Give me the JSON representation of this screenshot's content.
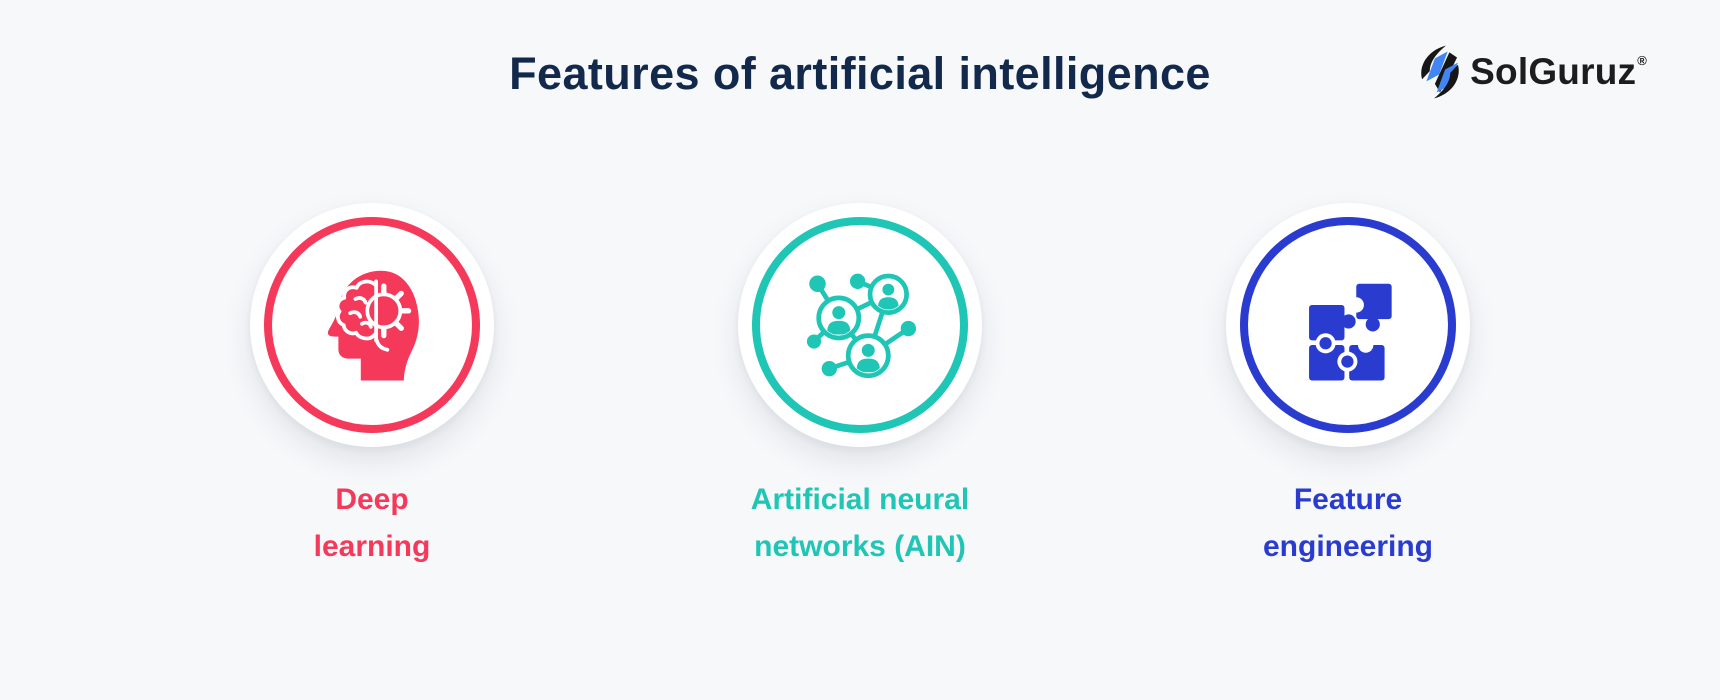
{
  "page": {
    "title": "Features of artificial intelligence",
    "background_color": "#F7F8FA",
    "title_color": "#13294B"
  },
  "logo": {
    "text": "SolGuruz",
    "registered_mark": "®",
    "text_color": "#1D1D1F",
    "mark_blue": "#4285F4",
    "mark_black": "#161616"
  },
  "features": [
    {
      "id": "deep-learning",
      "label": "Deep learning",
      "label_line1": "Deep",
      "label_line2": "learning",
      "color": "#F5395B",
      "icon": "head-brain-gear-icon"
    },
    {
      "id": "artificial-neural-networks",
      "label": "Artificial neural networks (AIN)",
      "label_line1": "Artificial neural",
      "label_line2": "networks (AIN)",
      "color": "#1FC5B5",
      "icon": "neural-network-icon"
    },
    {
      "id": "feature-engineering",
      "label": "Feature engineering",
      "label_line1": "Feature",
      "label_line2": "engineering",
      "color": "#2A3BCF",
      "icon": "puzzle-pieces-icon"
    }
  ]
}
